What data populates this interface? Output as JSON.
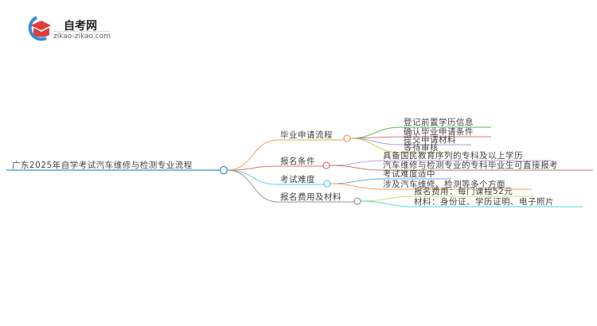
{
  "logo": {
    "title": "自考网",
    "url": "zikao-zikao.com"
  },
  "root": "广东2025年自学考试汽车维修与检测专业流程",
  "branches": [
    {
      "label": "毕业申请流程",
      "color": "#f5a35c",
      "children": [
        "登记前置学历信息",
        "确认毕业申请条件",
        "提交申请材料",
        "等待审核"
      ]
    },
    {
      "label": "报名条件",
      "color": "#e57373",
      "children": [
        "具备国民教育序列的专科及以上学历",
        "汽车维修与检测专业的专科毕业生可直接报考"
      ]
    },
    {
      "label": "考试难度",
      "color": "#5dd0e0",
      "children": [
        "考试难度适中",
        "涉及汽车维修、检测等多个方面"
      ]
    },
    {
      "label": "报名费用及材料",
      "color": "#999999",
      "children": [
        "报名费用：每门课程52元",
        "材料：身份证、学历证明、电子照片"
      ]
    }
  ]
}
